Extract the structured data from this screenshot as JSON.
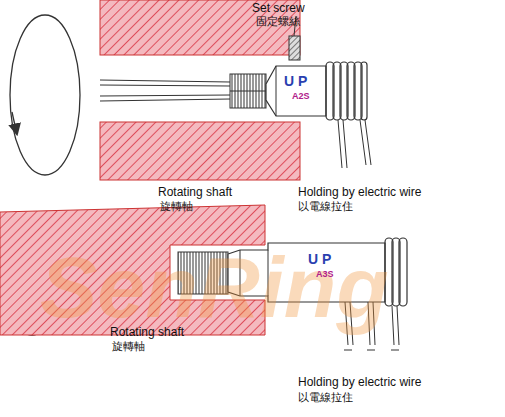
{
  "diagram": {
    "labels": [
      "SenRing",
      "Set screw",
      "固定螺絲",
      "U",
      "P",
      "A2S",
      "Rotating shaft",
      "旋轉軸",
      "Holding by electric wire",
      "以電線拉住",
      "U",
      "P",
      "A3S",
      "Rotating shaft",
      "旋轉軸",
      "Holding by electric wire",
      "以電線拉住"
    ]
  }
}
